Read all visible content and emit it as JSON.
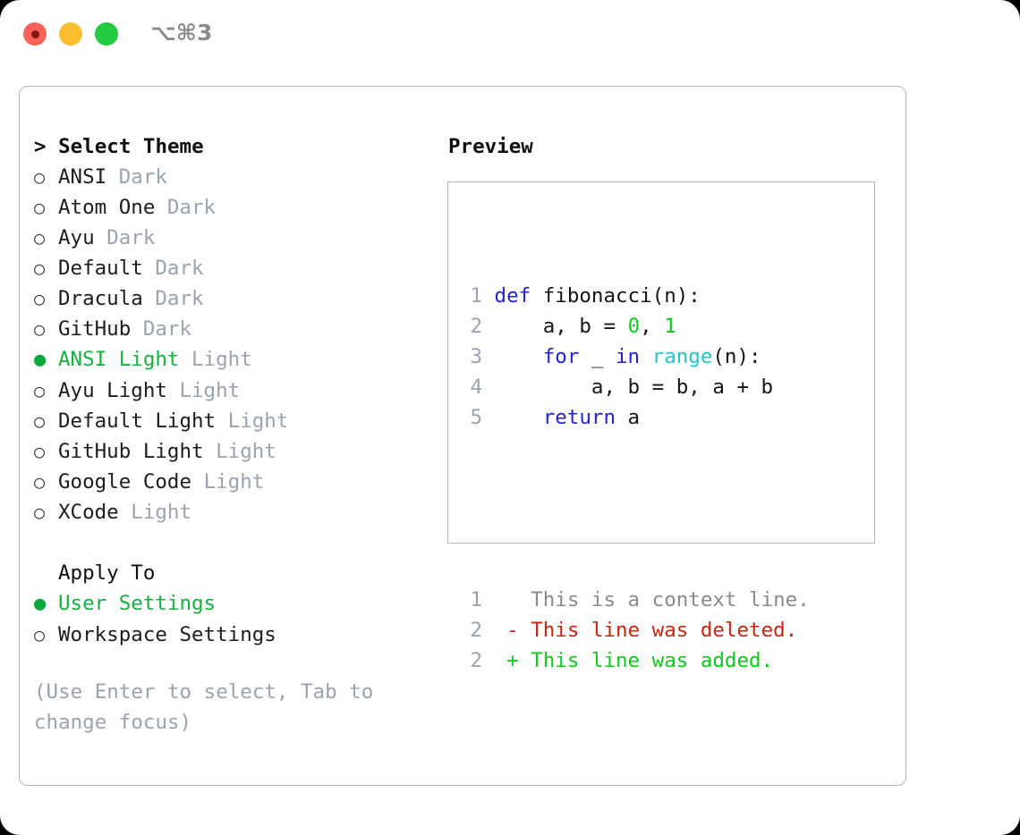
{
  "window": {
    "traffic_lights": [
      "close",
      "minimize",
      "maximize"
    ],
    "shortcut": "⌥⌘3",
    "colors": {
      "close": "#fb6159",
      "minimize": "#fcbe2f",
      "maximize": "#23ca42",
      "panel_border": "#aeb6c2",
      "accent_green": "#13b23f",
      "muted": "#9aa3b0",
      "keyword_blue": "#2222d8",
      "number_green": "#0ccb1b",
      "function_cyan": "#21c6cc",
      "diff_red": "#ca2410",
      "diff_green": "#0ccb1b"
    }
  },
  "theme_panel": {
    "header": "> Select Theme",
    "options": [
      {
        "bullet": "○",
        "name": "ANSI",
        "kind": "Dark",
        "selected": false
      },
      {
        "bullet": "○",
        "name": "Atom One",
        "kind": "Dark",
        "selected": false
      },
      {
        "bullet": "○",
        "name": "Ayu",
        "kind": "Dark",
        "selected": false
      },
      {
        "bullet": "○",
        "name": "Default",
        "kind": "Dark",
        "selected": false
      },
      {
        "bullet": "○",
        "name": "Dracula",
        "kind": "Dark",
        "selected": false
      },
      {
        "bullet": "○",
        "name": "GitHub",
        "kind": "Dark",
        "selected": false
      },
      {
        "bullet": "●",
        "name": "ANSI Light",
        "kind": "Light",
        "selected": true
      },
      {
        "bullet": "○",
        "name": "Ayu Light",
        "kind": "Light",
        "selected": false
      },
      {
        "bullet": "○",
        "name": "Default Light",
        "kind": "Light",
        "selected": false
      },
      {
        "bullet": "○",
        "name": "GitHub Light",
        "kind": "Light",
        "selected": false
      },
      {
        "bullet": "○",
        "name": "Google Code",
        "kind": "Light",
        "selected": false
      },
      {
        "bullet": "○",
        "name": "XCode",
        "kind": "Light",
        "selected": false
      }
    ]
  },
  "apply_to": {
    "label": "Apply To",
    "options": [
      {
        "bullet": "●",
        "name": "User Settings",
        "selected": true
      },
      {
        "bullet": "○",
        "name": "Workspace Settings",
        "selected": false
      }
    ]
  },
  "hint": "(Use Enter to select, Tab to change focus)",
  "preview": {
    "header": "Preview",
    "code": {
      "lines": [
        {
          "no": "1",
          "tokens": [
            {
              "t": "def ",
              "c": "kw"
            },
            {
              "t": "fibonacci(n):",
              "c": "plain"
            }
          ]
        },
        {
          "no": "2",
          "tokens": [
            {
              "t": "    a, b = ",
              "c": "plain"
            },
            {
              "t": "0",
              "c": "num"
            },
            {
              "t": ", ",
              "c": "plain"
            },
            {
              "t": "1",
              "c": "num"
            }
          ]
        },
        {
          "no": "3",
          "tokens": [
            {
              "t": "    ",
              "c": "plain"
            },
            {
              "t": "for",
              "c": "kw"
            },
            {
              "t": " _ ",
              "c": "plain"
            },
            {
              "t": "in",
              "c": "kw"
            },
            {
              "t": " ",
              "c": "plain"
            },
            {
              "t": "range",
              "c": "fn"
            },
            {
              "t": "(n):",
              "c": "plain"
            }
          ]
        },
        {
          "no": "4",
          "tokens": [
            {
              "t": "        a, b = b, a + b",
              "c": "plain"
            }
          ]
        },
        {
          "no": "5",
          "tokens": [
            {
              "t": "    ",
              "c": "plain"
            },
            {
              "t": "return",
              "c": "kw"
            },
            {
              "t": " a",
              "c": "plain"
            }
          ]
        }
      ]
    },
    "diff": {
      "lines": [
        {
          "no": "1",
          "marker": "  ",
          "text": "This is a context line.",
          "c": "ctx"
        },
        {
          "no": "2",
          "marker": "- ",
          "text": "This line was deleted.",
          "c": "del"
        },
        {
          "no": "2",
          "marker": "+ ",
          "text": "This line was added.",
          "c": "add"
        }
      ]
    }
  }
}
